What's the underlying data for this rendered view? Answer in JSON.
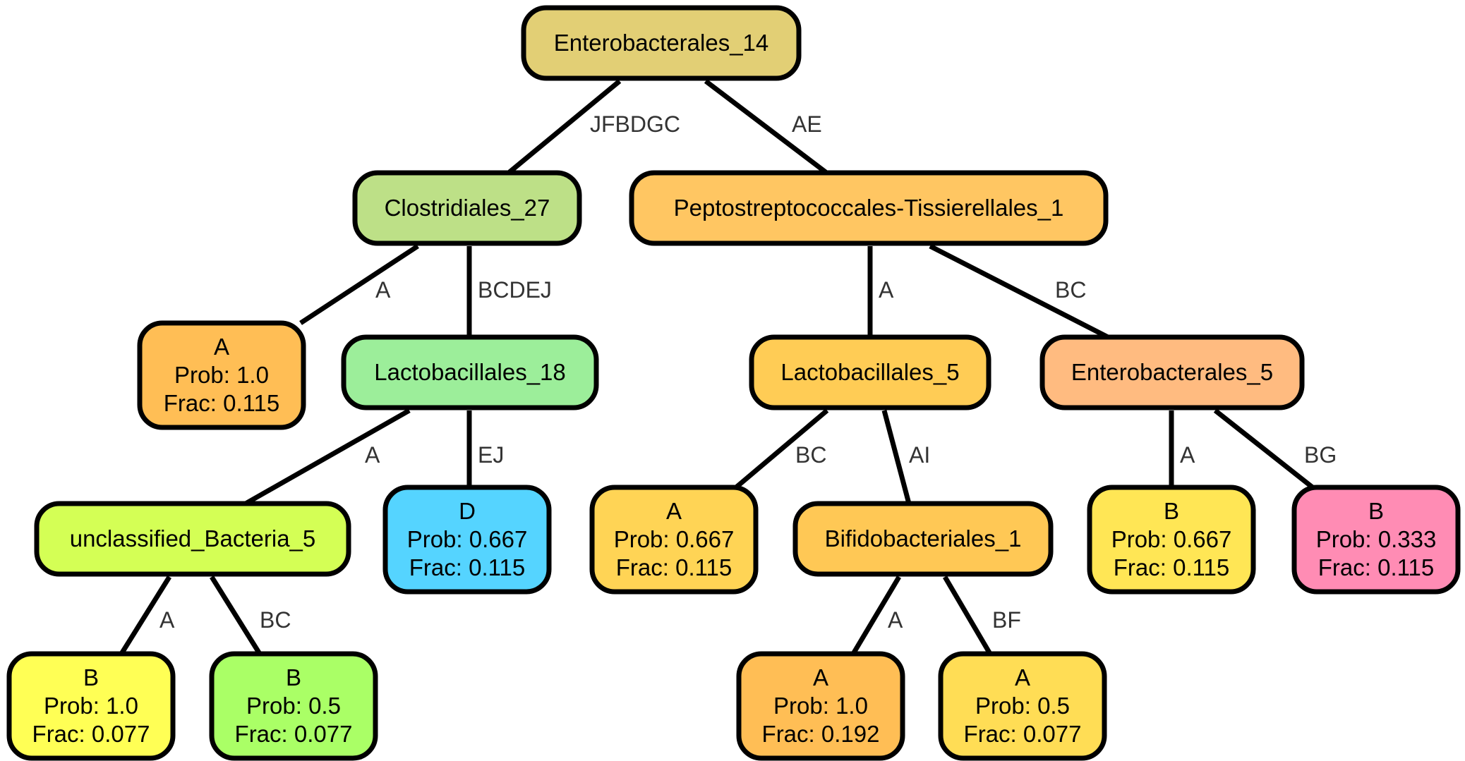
{
  "nodes": [
    {
      "id": "n1",
      "lines": [
        "Enterobacterales_14"
      ],
      "color": "#e2cf75"
    },
    {
      "id": "n2",
      "lines": [
        "Clostridiales_27"
      ],
      "color": "#bde087"
    },
    {
      "id": "n3",
      "lines": [
        "Peptostreptococcales-Tissierellales_1"
      ],
      "color": "#ffc662"
    },
    {
      "id": "n4",
      "lines": [
        "A",
        "Prob: 1.0",
        "Frac: 0.115"
      ],
      "color": "#ffbe55"
    },
    {
      "id": "n5",
      "lines": [
        "Lactobacillales_18"
      ],
      "color": "#9cee9a"
    },
    {
      "id": "n6",
      "lines": [
        "unclassified_Bacteria_5"
      ],
      "color": "#d4ff55"
    },
    {
      "id": "n7",
      "lines": [
        "D",
        "Prob: 0.667",
        "Frac: 0.115"
      ],
      "color": "#55d4ff"
    },
    {
      "id": "n8",
      "lines": [
        "B",
        "Prob: 1.0",
        "Frac: 0.077"
      ],
      "color": "#ffff55"
    },
    {
      "id": "n9",
      "lines": [
        "B",
        "Prob: 0.5",
        "Frac: 0.077"
      ],
      "color": "#aaff66"
    },
    {
      "id": "n10",
      "lines": [
        "Lactobacillales_5"
      ],
      "color": "#ffcc55"
    },
    {
      "id": "n11",
      "lines": [
        "Enterobacterales_5"
      ],
      "color": "#ffbb80"
    },
    {
      "id": "n12",
      "lines": [
        "A",
        "Prob: 0.667",
        "Frac: 0.115"
      ],
      "color": "#ffd455"
    },
    {
      "id": "n13",
      "lines": [
        "Bifidobacteriales_1"
      ],
      "color": "#ffc855"
    },
    {
      "id": "n14",
      "lines": [
        "A",
        "Prob: 1.0",
        "Frac: 0.192"
      ],
      "color": "#ffbe55"
    },
    {
      "id": "n15",
      "lines": [
        "A",
        "Prob: 0.5",
        "Frac: 0.077"
      ],
      "color": "#ffdd55"
    },
    {
      "id": "n16",
      "lines": [
        "B",
        "Prob: 0.667",
        "Frac: 0.115"
      ],
      "color": "#ffe655"
    },
    {
      "id": "n17",
      "lines": [
        "B",
        "Prob: 0.333",
        "Frac: 0.115"
      ],
      "color": "#ff8cb4"
    }
  ],
  "edges": [
    {
      "from": "n1",
      "to": "n2",
      "label": "JFBDGC"
    },
    {
      "from": "n1",
      "to": "n3",
      "label": "AE"
    },
    {
      "from": "n2",
      "to": "n4",
      "label": "A"
    },
    {
      "from": "n2",
      "to": "n5",
      "label": "BCDEJ"
    },
    {
      "from": "n5",
      "to": "n6",
      "label": "A"
    },
    {
      "from": "n5",
      "to": "n7",
      "label": "EJ"
    },
    {
      "from": "n6",
      "to": "n8",
      "label": "A"
    },
    {
      "from": "n6",
      "to": "n9",
      "label": "BC"
    },
    {
      "from": "n3",
      "to": "n10",
      "label": "A"
    },
    {
      "from": "n3",
      "to": "n11",
      "label": "BC"
    },
    {
      "from": "n10",
      "to": "n12",
      "label": "BC"
    },
    {
      "from": "n10",
      "to": "n13",
      "label": "AI"
    },
    {
      "from": "n13",
      "to": "n14",
      "label": "A"
    },
    {
      "from": "n13",
      "to": "n15",
      "label": "BF"
    },
    {
      "from": "n11",
      "to": "n16",
      "label": "A"
    },
    {
      "from": "n11",
      "to": "n17",
      "label": "BG"
    }
  ]
}
